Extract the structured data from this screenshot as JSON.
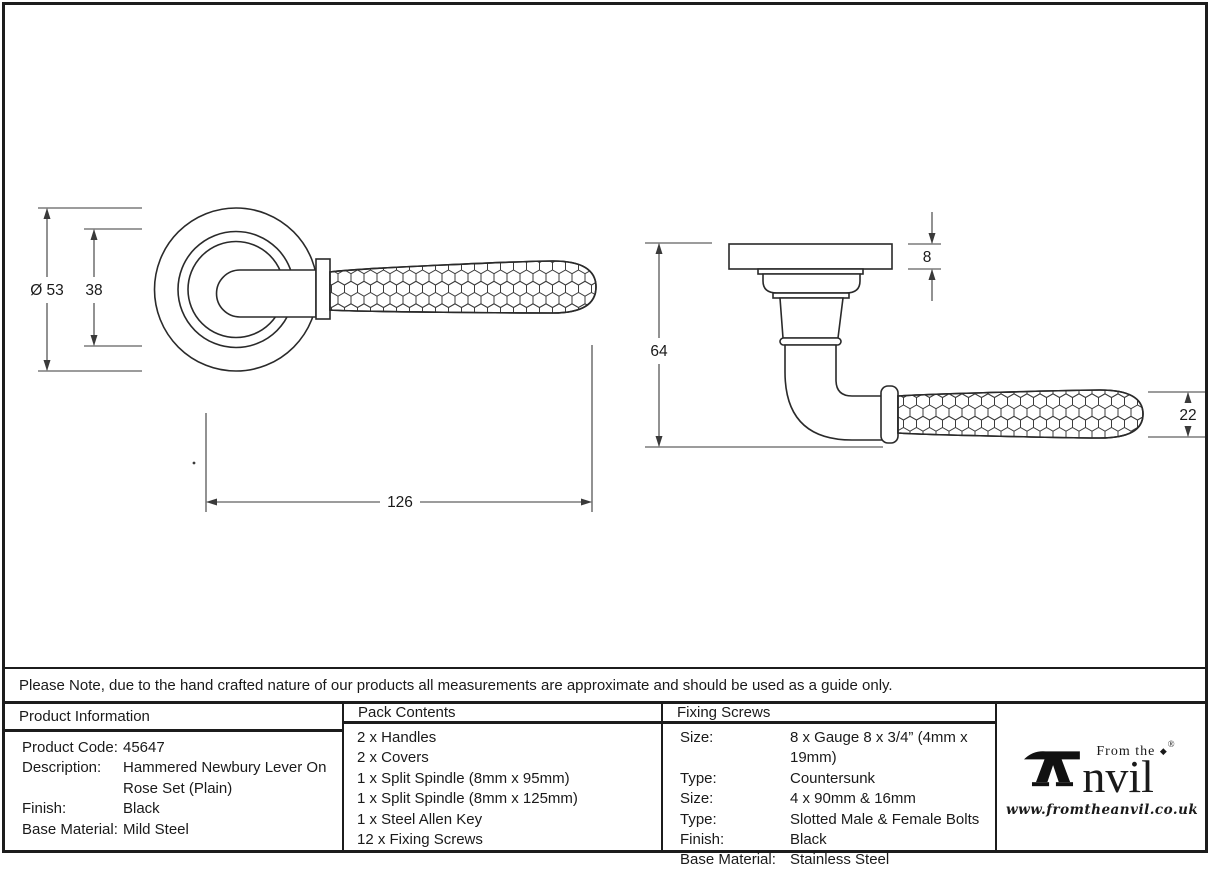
{
  "drawing": {
    "front": {
      "diameter": "Ø 53",
      "rose": "38",
      "length": "126"
    },
    "side": {
      "height": "64",
      "plate": "8",
      "grip": "22"
    }
  },
  "note": "Please Note, due to the hand crafted nature of our products all measurements are approximate and should be used as a guide only.",
  "table": {
    "product_info": {
      "header": "Product Information",
      "rows": [
        [
          "Product Code:",
          "45647"
        ],
        [
          "Description:",
          "Hammered Newbury Lever On Rose Set (Plain)"
        ],
        [
          "Finish:",
          "Black"
        ],
        [
          "Base Material:",
          "Mild Steel"
        ]
      ]
    },
    "pack_contents": {
      "header": "Pack Contents",
      "items": [
        "2 x Handles",
        "2 x Covers",
        "1 x Split Spindle (8mm x 95mm)",
        "1 x Split Spindle (8mm x 125mm)",
        "1 x Steel Allen Key",
        "12 x Fixing Screws"
      ]
    },
    "fixing_screws": {
      "header": "Fixing Screws",
      "rows": [
        [
          "Size:",
          "8 x Gauge 8 x 3/4” (4mm x 19mm)"
        ],
        [
          "Type:",
          "Countersunk"
        ],
        [
          "Size:",
          "4 x 90mm & 16mm"
        ],
        [
          "Type:",
          "Slotted Male & Female Bolts"
        ],
        [
          "Finish:",
          "Black"
        ],
        [
          "Base Material:",
          "Stainless Steel"
        ]
      ]
    }
  },
  "logo": {
    "tagline": "From the",
    "dot": "◆",
    "registered": "®",
    "brand": "nvil",
    "url": "www.fromtheanvil.co.uk"
  }
}
